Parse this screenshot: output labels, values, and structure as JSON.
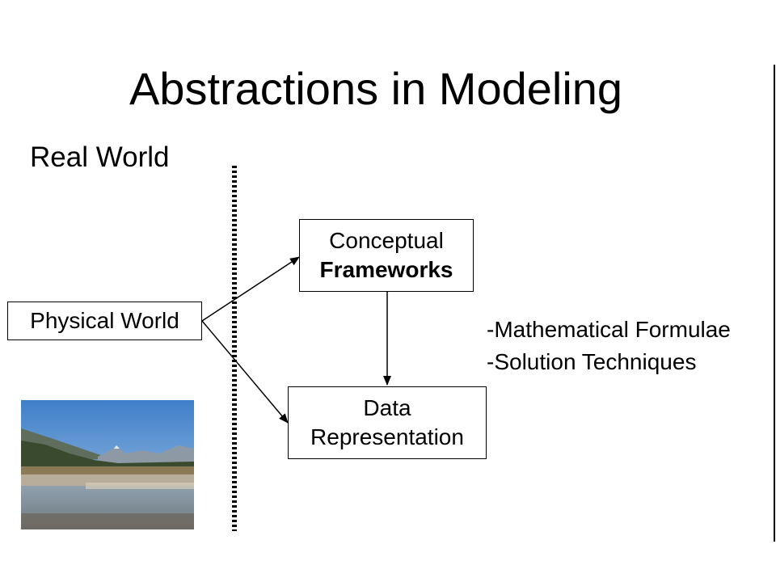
{
  "title": "Abstractions in Modeling",
  "real_world_label": "Real World",
  "boxes": {
    "physical_world": "Physical World",
    "conceptual_line1": "Conceptual",
    "conceptual_line2": "Frameworks",
    "data_line1": "Data",
    "data_line2": "Representation"
  },
  "notes": [
    "-Mathematical Formulae",
    "-Solution Techniques"
  ],
  "image": {
    "subject": "mountain-river-landscape-photo"
  }
}
